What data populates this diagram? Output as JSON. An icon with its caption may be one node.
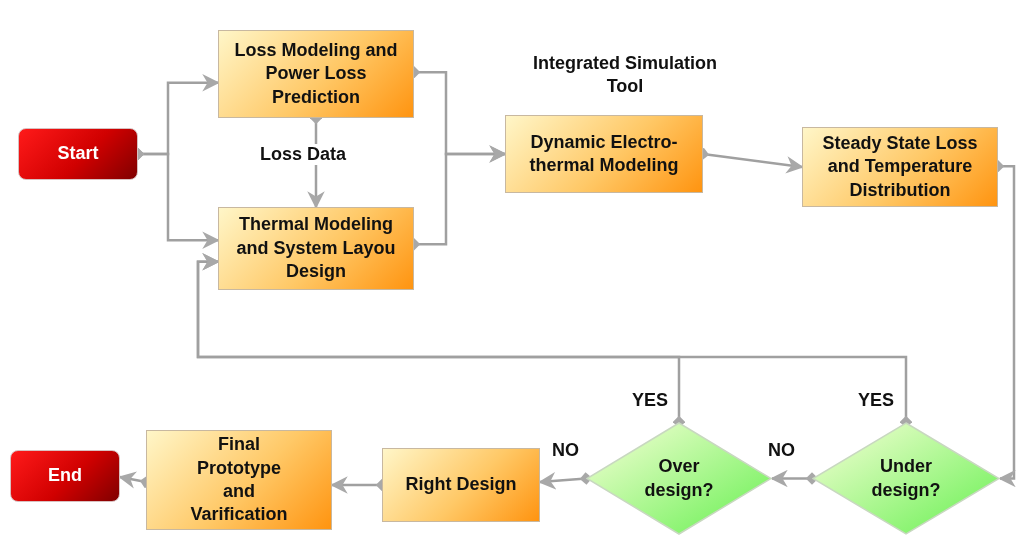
{
  "diagram": {
    "nodes": [
      {
        "text": [
          "Start"
        ]
      },
      {
        "text": [
          "Loss Modeling and Power Loss Prediction"
        ]
      },
      {
        "text": [
          "Thermal Modeling and System Layou Design"
        ]
      },
      {
        "text": [
          "Dynamic Electro-thermal Modeling"
        ],
        "beside": [
          "Integrated Simulation Tool"
        ]
      },
      {
        "text": [
          "Steady State Loss and Temperature Distribution"
        ]
      },
      {
        "text": [
          "Under design?"
        ]
      },
      {
        "text": [
          "Over design?"
        ]
      },
      {
        "text": [
          "Right  Design"
        ]
      },
      {
        "text": [
          "Final Prototype and Varification"
        ]
      },
      {
        "text": [
          "End"
        ]
      }
    ],
    "edges": [
      {
        "from": 0,
        "to": 1,
        "arrow": "to"
      },
      {
        "from": 0,
        "to": 2,
        "arrow": "to"
      },
      {
        "from": 1,
        "to": 2,
        "arrow": "to",
        "label": "Loss Data"
      },
      {
        "from": 1,
        "to": 3,
        "arrow": "to"
      },
      {
        "from": 2,
        "to": 3,
        "arrow": "to"
      },
      {
        "from": 3,
        "to": 4,
        "arrow": "to"
      },
      {
        "from": 4,
        "to": 5,
        "arrow": "to"
      },
      {
        "from": 5,
        "to": 2,
        "arrow": "to",
        "label": "YES"
      },
      {
        "from": 6,
        "to": 2,
        "arrow": "to",
        "label": "YES"
      },
      {
        "from": 5,
        "to": 6,
        "arrow": "to",
        "label": "NO"
      },
      {
        "from": 6,
        "to": 7,
        "arrow": "to",
        "label": "NO"
      },
      {
        "from": 7,
        "to": 8,
        "arrow": "to"
      },
      {
        "from": 8,
        "to": 9,
        "arrow": "to"
      }
    ]
  }
}
